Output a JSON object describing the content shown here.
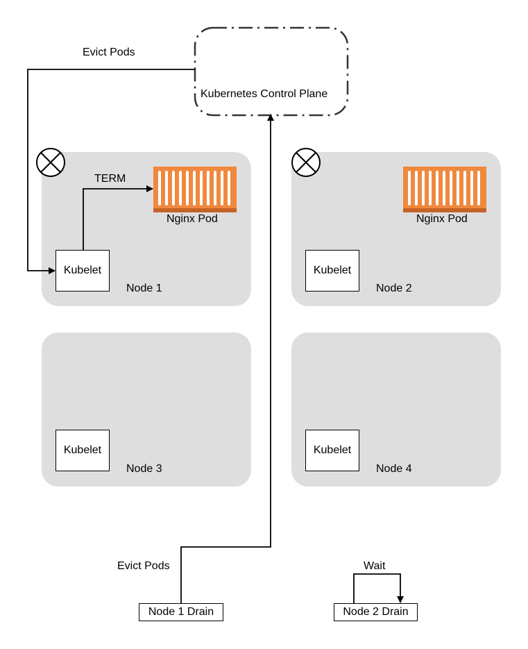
{
  "control_plane": {
    "label": "Kubernetes Control Plane"
  },
  "edges": {
    "evict_pods_top": "Evict Pods",
    "term": "TERM",
    "evict_pods_bottom": "Evict Pods",
    "wait": "Wait"
  },
  "nodes": [
    {
      "label": "Node 1",
      "kubelet": "Kubelet",
      "pod": "Nginx Pod",
      "cordoned": true
    },
    {
      "label": "Node 2",
      "kubelet": "Kubelet",
      "pod": "Nginx Pod",
      "cordoned": true
    },
    {
      "label": "Node 3",
      "kubelet": "Kubelet"
    },
    {
      "label": "Node 4",
      "kubelet": "Kubelet"
    }
  ],
  "drains": {
    "node1": "Node 1 Drain",
    "node2": "Node 2 Drain"
  },
  "colors": {
    "node_bg": "#dedede",
    "pod_orange": "#f0883e",
    "pod_dark": "#c4622a"
  }
}
